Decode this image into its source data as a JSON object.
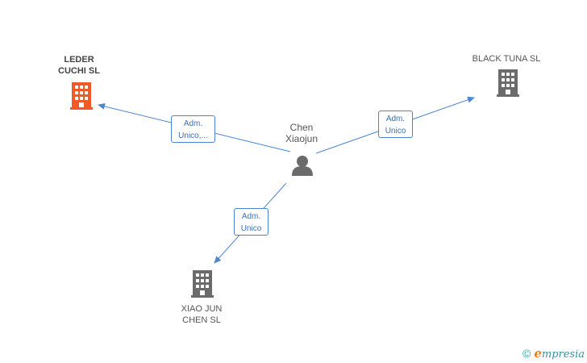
{
  "nodes": {
    "leder": {
      "line1": "LEDER",
      "line2": "CUCHI SL",
      "color": "#f05a28"
    },
    "black_tuna": {
      "label": "BLACK TUNA SL",
      "color": "#6b6b6b"
    },
    "xiao_jun": {
      "line1": "XIAO JUN",
      "line2": "CHEN SL",
      "color": "#6b6b6b"
    },
    "person": {
      "line1": "Chen",
      "line2": "Xiaojun",
      "color": "#6b6b6b"
    }
  },
  "edges": {
    "to_leder": {
      "line1": "Adm.",
      "line2": "Unico,..."
    },
    "to_black_tuna": {
      "line1": "Adm.",
      "line2": "Unico"
    },
    "to_xiao_jun": {
      "line1": "Adm.",
      "line2": "Unico"
    }
  },
  "colors": {
    "edge": "#4a86d4"
  },
  "brand": {
    "copyright": "©",
    "name_initial": "e",
    "name_rest": "mpresia"
  }
}
